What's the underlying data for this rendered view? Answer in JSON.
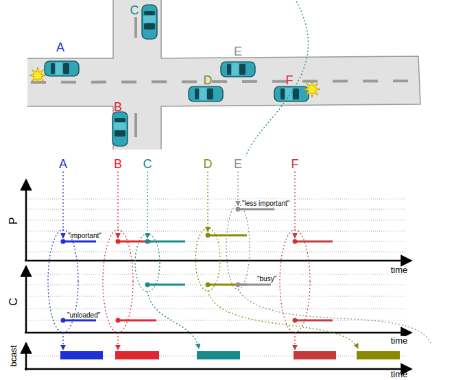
{
  "diagram": {
    "labels": [
      "C",
      "A",
      "B",
      "E",
      "D",
      "F",
      "A",
      "B",
      "C",
      "D",
      "E",
      "F",
      "P",
      "\"less important\"",
      "\"important\"",
      "time",
      "C",
      "\"busy\"",
      "\"unloaded\"",
      "time",
      "bcast",
      "time"
    ]
  }
}
